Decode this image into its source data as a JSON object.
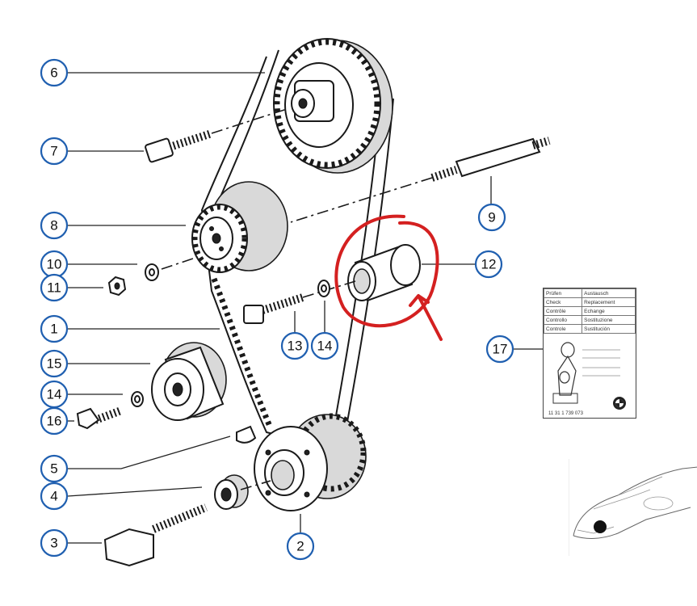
{
  "callouts": [
    {
      "id": "1",
      "label": "1"
    },
    {
      "id": "2",
      "label": "2"
    },
    {
      "id": "3",
      "label": "3"
    },
    {
      "id": "4",
      "label": "4"
    },
    {
      "id": "5",
      "label": "5"
    },
    {
      "id": "6",
      "label": "6"
    },
    {
      "id": "7",
      "label": "7"
    },
    {
      "id": "8",
      "label": "8"
    },
    {
      "id": "9",
      "label": "9"
    },
    {
      "id": "10",
      "label": "10"
    },
    {
      "id": "11",
      "label": "11"
    },
    {
      "id": "12",
      "label": "12"
    },
    {
      "id": "13",
      "label": "13"
    },
    {
      "id": "14a",
      "label": "14"
    },
    {
      "id": "14b",
      "label": "14"
    },
    {
      "id": "15",
      "label": "15"
    },
    {
      "id": "16",
      "label": "16"
    },
    {
      "id": "17",
      "label": "17"
    }
  ],
  "label_card": {
    "rows": [
      [
        "Prüfen",
        "Austausch"
      ],
      [
        "Check",
        "Replacement"
      ],
      [
        "Contrôle",
        "Echange"
      ],
      [
        "Controllo",
        "Sostituzione"
      ],
      [
        "Controle",
        "Sustitución"
      ]
    ],
    "code": "11 31 1 739 073"
  },
  "colors": {
    "callout_ring": "#1f5fb0",
    "annotation": "#d42020",
    "line_art": "#1a1a1a"
  },
  "icons": [
    "bmw-roundel-icon",
    "car-location-icon"
  ]
}
